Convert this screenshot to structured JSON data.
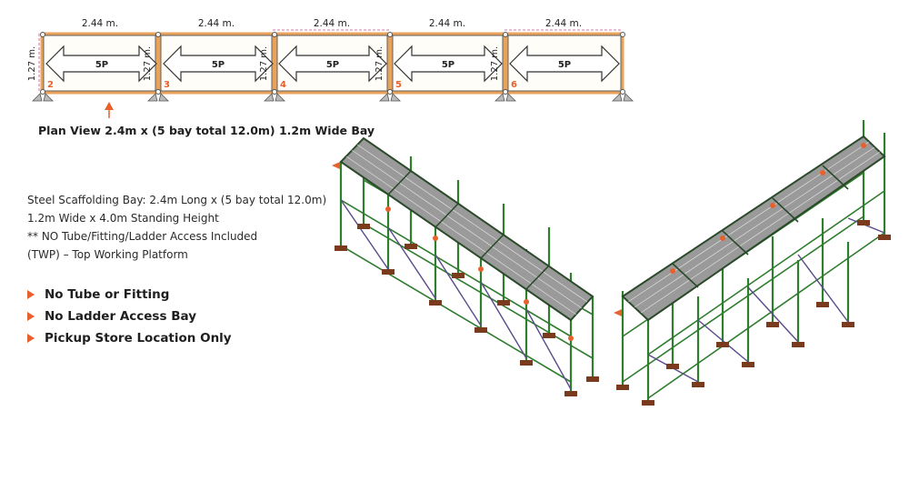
{
  "plan_view": {
    "bay_width_label": "2.44 m.",
    "bay_depth_label": "1.27 m.",
    "bays": [
      {
        "number": "2",
        "label": "5P"
      },
      {
        "number": "3",
        "label": "5P"
      },
      {
        "number": "4",
        "label": "5P"
      },
      {
        "number": "5",
        "label": "5P"
      },
      {
        "number": "6",
        "label": "5P"
      }
    ],
    "caption": "Plan View 2.4m x (5 bay total 12.0m) 1.2m Wide Bay"
  },
  "description": [
    "Steel Scaffolding Bay: 2.4m Long x (5 bay total 12.0m)",
    "1.2m Wide x 4.0m Standing Height",
    "** NO Tube/Fitting/Ladder Access Included",
    "(TWP) – Top Working Platform"
  ],
  "features": [
    "No Tube or Fitting",
    "No Ladder Access Bay",
    "Pickup Store Location Only"
  ],
  "colors": {
    "accent": "#e8602c",
    "bay_border": "#e8a25a",
    "frame_green": "#2f7d2f",
    "brace_purple": "#5a4a8a",
    "deck_gray": "#9a9a9a",
    "base_brown": "#7a3a1e"
  }
}
